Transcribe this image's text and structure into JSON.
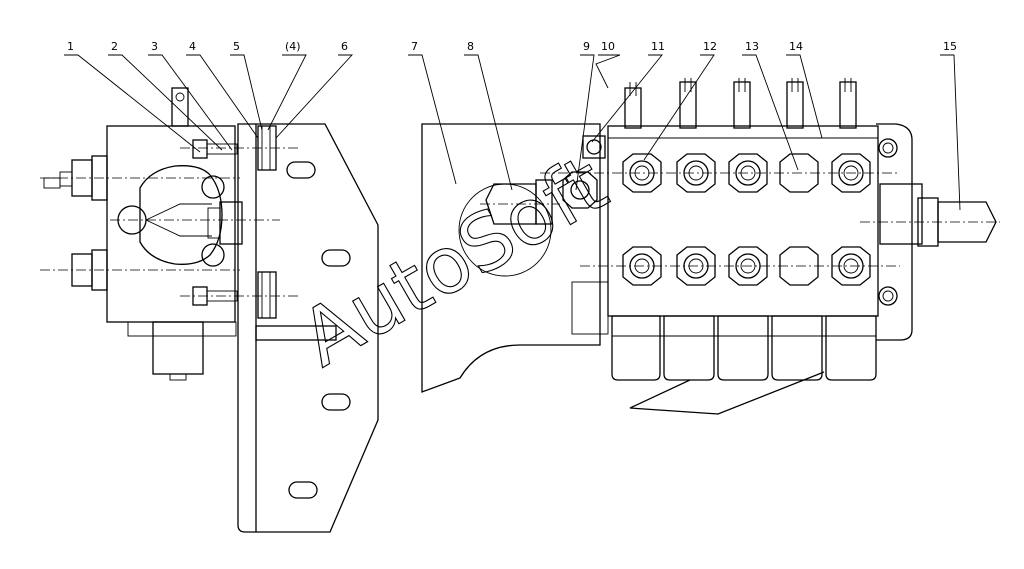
{
  "diagram": {
    "callouts": [
      "1",
      "2",
      "3",
      "4",
      "5",
      "(4)",
      "6",
      "7",
      "8",
      "9",
      "10",
      "11",
      "12",
      "13",
      "14",
      "15"
    ]
  },
  "watermark": {
    "text": "AutoSoft"
  }
}
